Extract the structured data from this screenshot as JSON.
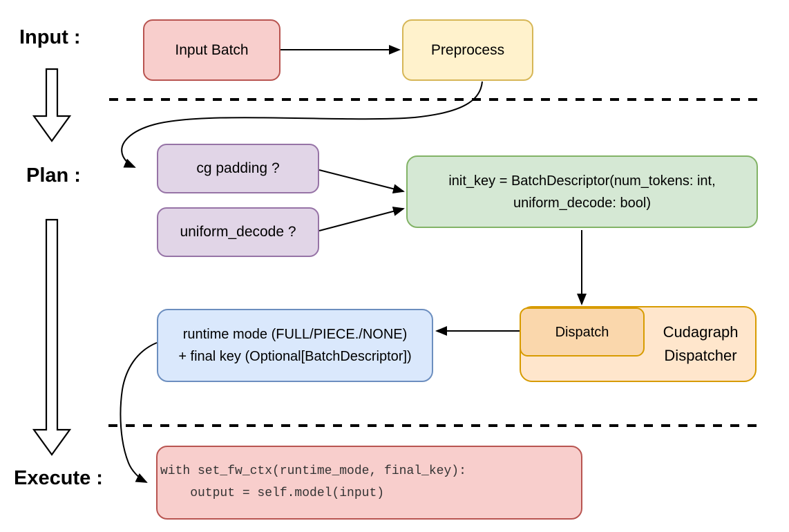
{
  "sections": {
    "input": "Input :",
    "plan": "Plan :",
    "execute": "Execute :"
  },
  "nodes": {
    "input_batch": {
      "label": "Input Batch",
      "fill": "#F8CECC",
      "stroke": "#B85450"
    },
    "preprocess": {
      "label": "Preprocess",
      "fill": "#FFF2CC",
      "stroke": "#D6B656"
    },
    "cg_padding": {
      "label": "cg padding ?",
      "fill": "#E1D5E7",
      "stroke": "#9673A6"
    },
    "uniform_decode": {
      "label": "uniform_decode ?",
      "fill": "#E1D5E7",
      "stroke": "#9673A6"
    },
    "init_key": {
      "line1": "init_key = BatchDescriptor(num_tokens: int,",
      "line2": "uniform_decode: bool)",
      "fill": "#D5E8D4",
      "stroke": "#82B366"
    },
    "cudagraph_dispatcher": {
      "label": "Cudagraph Dispatcher",
      "fill": "#FFE6CC",
      "stroke": "#D79B00"
    },
    "dispatch": {
      "label": "Dispatch",
      "fill": "#FAD7AC",
      "stroke": "#D79B00"
    },
    "runtime_result": {
      "line1": "runtime mode (FULL/PIECE./NONE)",
      "line2": "+ final key (Optional[BatchDescriptor])",
      "fill": "#DAE8FC",
      "stroke": "#6C8EBF"
    },
    "execute_code": {
      "line1": "with set_fw_ctx(runtime_mode, final_key):",
      "line2": "    output = self.model(input)",
      "fill": "#F8CECC",
      "stroke": "#B85450"
    }
  },
  "connector_color": "#000000",
  "divider_style": "dashed"
}
